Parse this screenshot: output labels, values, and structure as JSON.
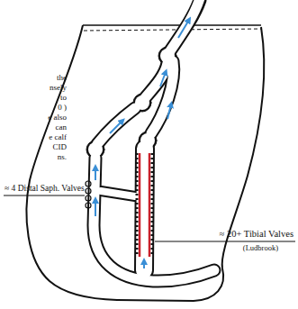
{
  "diagram": {
    "labels": [
      "the",
      "nsely",
      "to",
      "0 )",
      "e also",
      "can",
      "e calf",
      "CID",
      "ns.",
      "≈ 4 Distal Saph. Valves",
      "≈ 20+ Tibial Valves",
      "(Ludbrook)"
    ]
  }
}
